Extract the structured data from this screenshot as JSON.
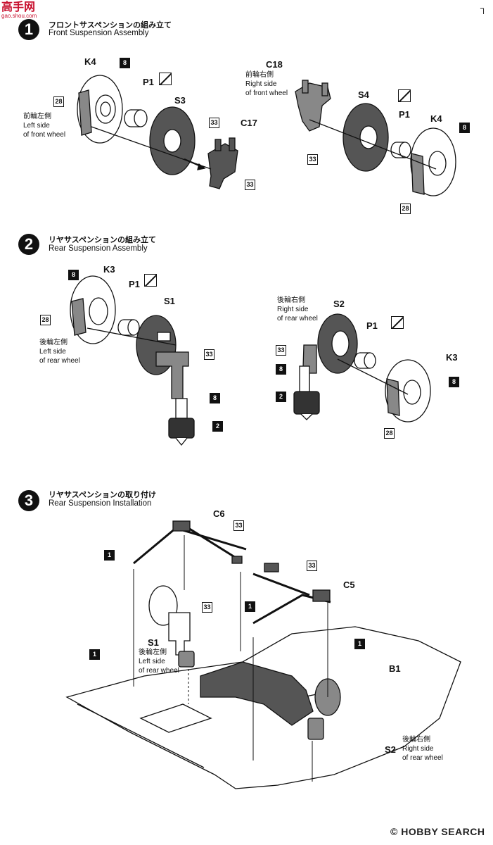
{
  "watermark": {
    "top": "高手网",
    "sub": "gao.shou.com"
  },
  "steps": [
    {
      "number": "1",
      "title_jp": "フロントサスペンションの組み立て",
      "title_en": "Front Suspension Assembly"
    },
    {
      "number": "2",
      "title_jp": "リヤサスペンションの組み立て",
      "title_en": "Rear Suspension Assembly"
    },
    {
      "number": "3",
      "title_jp": "リヤサスペンションの取り付け",
      "title_en": "Rear Suspension Installation"
    }
  ],
  "step1": {
    "left": {
      "k": "K4",
      "p": "P1",
      "s": "S3",
      "c": "C17",
      "side_jp": "前輪左側",
      "side_en_1": "Left side",
      "side_en_2": "of front wheel",
      "b_brake": "8",
      "b_caliper": "28",
      "b_disc": "33",
      "b_upright": "33"
    },
    "right": {
      "c": "C18",
      "s": "S4",
      "p": "P1",
      "k": "K4",
      "side_jp": "前輪右側",
      "side_en_1": "Right side",
      "side_en_2": "of front wheel",
      "b_upright": "33",
      "b_brake": "8",
      "b_caliper": "28"
    }
  },
  "step2": {
    "left": {
      "k": "K3",
      "p": "P1",
      "s": "S1",
      "side_jp": "後輪左側",
      "side_en_1": "Left side",
      "side_en_2": "of rear wheel",
      "b_brake": "8",
      "b_caliper": "28",
      "b_arm": "33",
      "b_shaft": "8",
      "b_spring": "2"
    },
    "right": {
      "s": "S2",
      "p": "P1",
      "k": "K3",
      "side_jp": "後輪右側",
      "side_en_1": "Right side",
      "side_en_2": "of rear wheel",
      "b_arm": "33",
      "b_shaft": "8",
      "b_spring": "2",
      "b_brake": "8",
      "b_caliper": "28"
    }
  },
  "step3": {
    "c6": "C6",
    "c5": "C5",
    "s1": "S1",
    "s2": "S2",
    "b1": "B1",
    "left_jp": "後輪左側",
    "left_en_1": "Left side",
    "left_en_2": "of rear wheel",
    "right_jp": "後輪右側",
    "right_en_1": "Right side",
    "right_en_2": "of rear wheel",
    "b_c6": "33",
    "b_c5": "33",
    "b_chassis": "33",
    "b_one_a": "1",
    "b_one_b": "1",
    "b_one_c": "1",
    "b_one_d": "1"
  },
  "footer": {
    "brand": "HOBBY SEARCH",
    "mark": "©"
  }
}
